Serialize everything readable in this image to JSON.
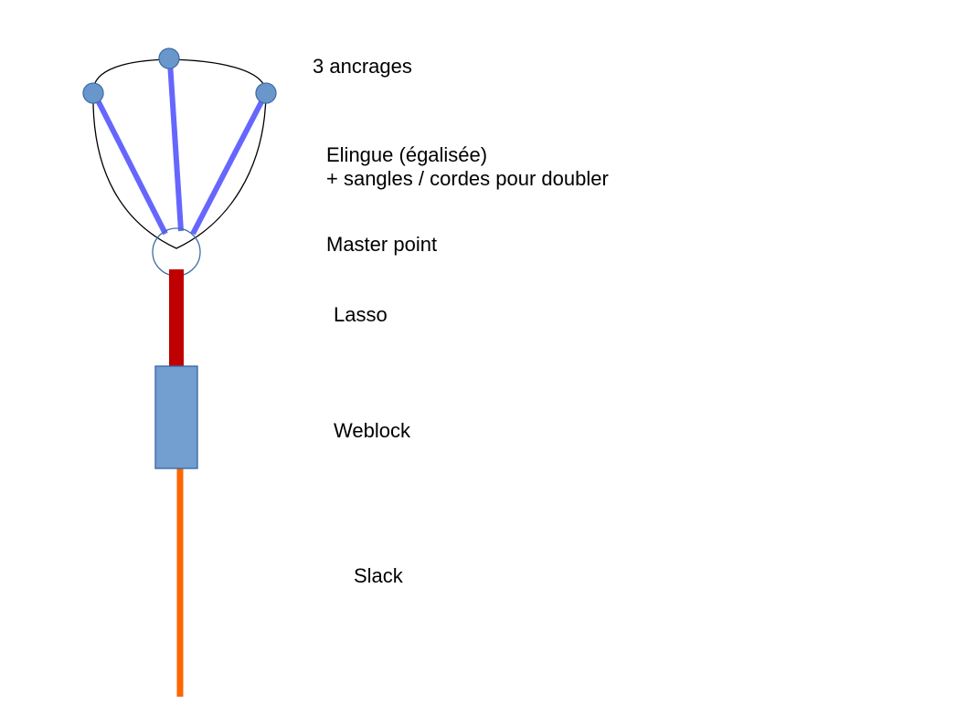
{
  "labels": {
    "anchors": "3 ancrages",
    "sling_line1": "Elingue (égalisée)",
    "sling_line2": "+ sangles / cordes pour doubler",
    "master_point": "Master point",
    "lasso": "Lasso",
    "weblock": "Weblock",
    "slack": "Slack"
  },
  "colors": {
    "anchor_fill": "#6a97cb",
    "anchor_stroke": "#3f6fa3",
    "sling_webbing": "#6666ff",
    "sling_loop": "#000000",
    "master_point_stroke": "#3f6fa3",
    "lasso": "#c00000",
    "weblock_fill": "#729fcf",
    "weblock_stroke": "#3465a4",
    "slack": "#ff6600"
  }
}
